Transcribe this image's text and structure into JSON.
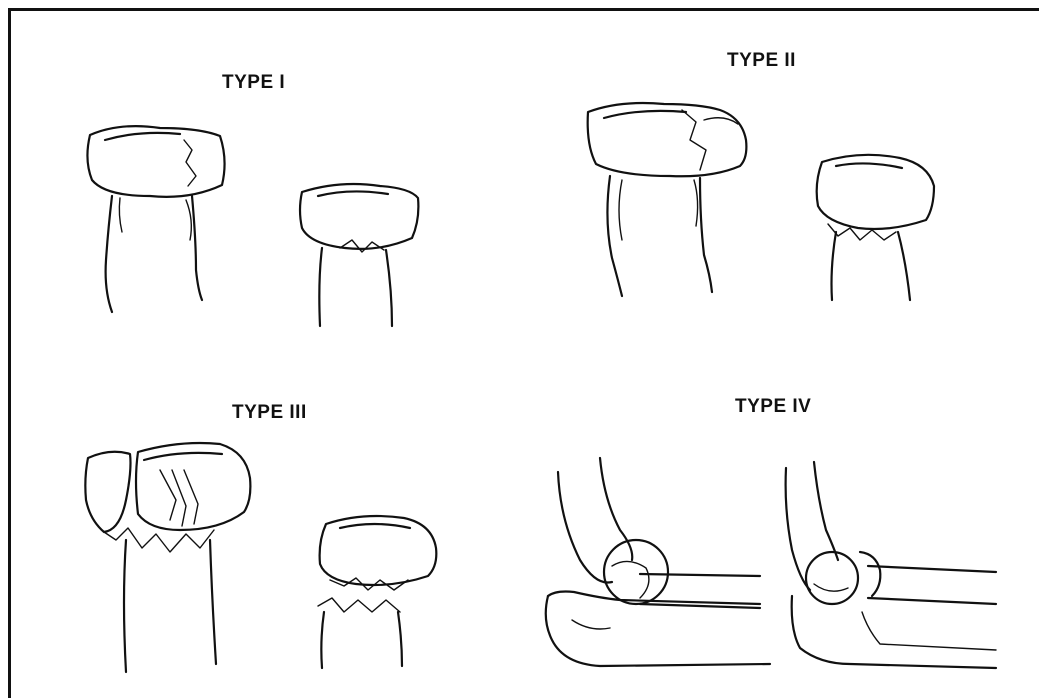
{
  "panels": [
    {
      "id": "type-i",
      "label": "TYPE I"
    },
    {
      "id": "type-ii",
      "label": "TYPE II"
    },
    {
      "id": "type-iii",
      "label": "TYPE III"
    },
    {
      "id": "type-iv",
      "label": "TYPE IV"
    }
  ]
}
